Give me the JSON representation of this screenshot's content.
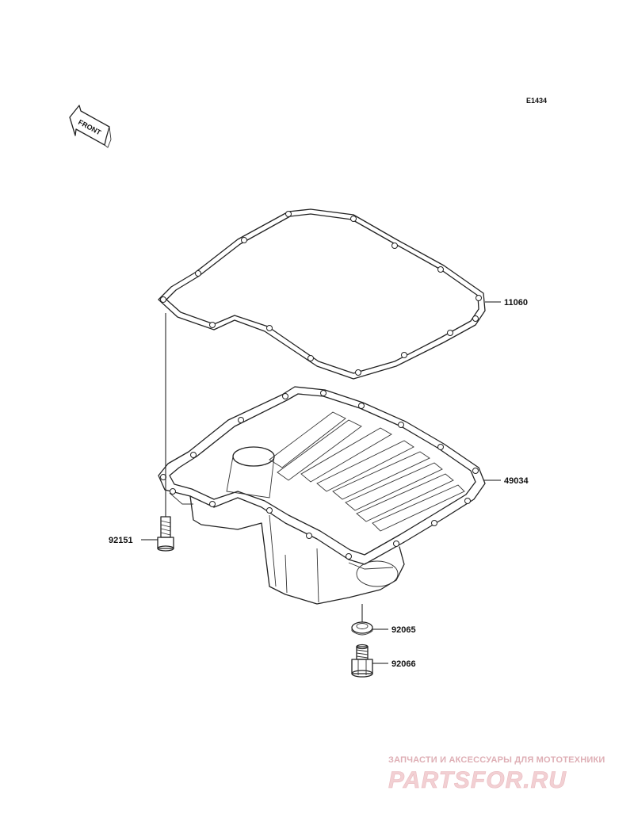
{
  "diagram_code": "E1434",
  "front_arrow_label": "FRONT",
  "parts": [
    {
      "number": "11060",
      "name": "gasket"
    },
    {
      "number": "49034",
      "name": "oil-pan"
    },
    {
      "number": "92151",
      "name": "bolt"
    },
    {
      "number": "92065",
      "name": "washer"
    },
    {
      "number": "92066",
      "name": "drain-plug"
    }
  ],
  "watermark": {
    "tagline": "ЗАПЧАСТИ И АКСЕССУАРЫ ДЛЯ МОТОТЕХНИКИ",
    "logo": "PARTSFOR.RU",
    "color": "#e8a0a8"
  },
  "colors": {
    "lines": "#222222",
    "background": "#ffffff"
  }
}
